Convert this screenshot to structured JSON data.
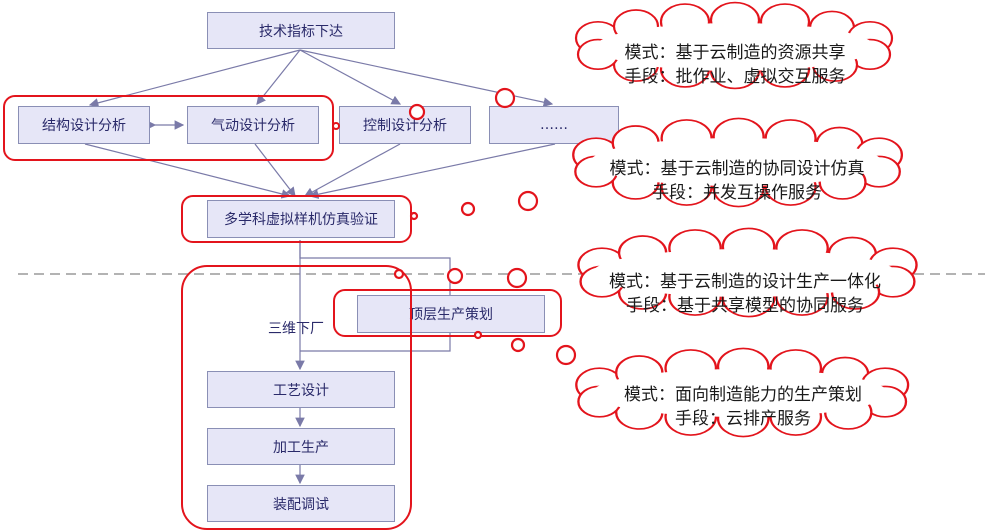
{
  "flow": {
    "top": "技术指标下达",
    "structural": "结构设计分析",
    "aero": "气动设计分析",
    "control": "控制设计分析",
    "more": "……",
    "multi": "多学科虚拟样机仿真验证",
    "toplevel": "顶层生产策划",
    "to_factory": "三维下厂",
    "process": "工艺设计",
    "machining": "加工生产",
    "assembly": "装配调试"
  },
  "clouds": [
    {
      "mode": "模式：基于云制造的资源共享",
      "means": "手段：批作业、虚拟交互服务"
    },
    {
      "mode": "模式：基于云制造的协同设计仿真",
      "means": "手段：并发互操作服务"
    },
    {
      "mode": "模式：基于云制造的设计生产一体化",
      "means": "手段：基于共享模型的协同服务"
    },
    {
      "mode": "模式：面向制造能力的生产策划",
      "means": "手段：云排产服务"
    }
  ],
  "colors": {
    "box_fill": "#e6e6f7",
    "box_border": "#8a8fb5",
    "text": "#2a2a6a",
    "highlight": "#e3141c",
    "arrow": "#7a7aa8"
  }
}
